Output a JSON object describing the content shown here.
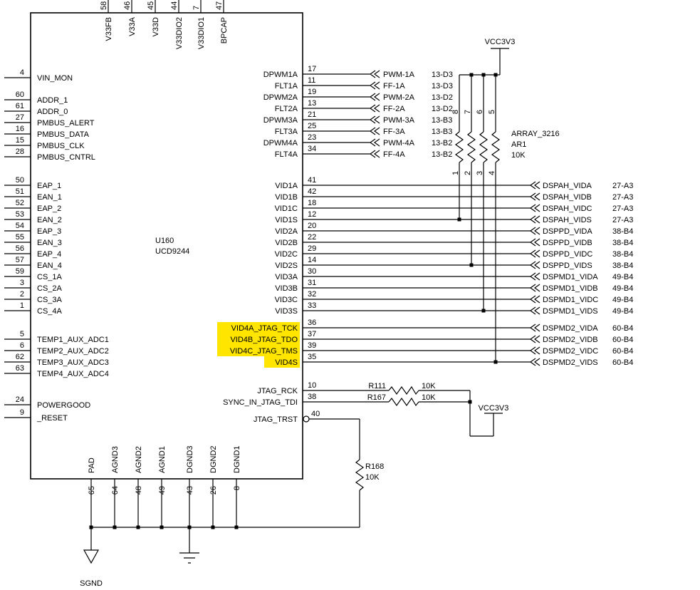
{
  "colors": {
    "highlight": "#ffe500"
  },
  "ic": {
    "refdes": "U160",
    "part": "UCD9244",
    "top_pins": [
      {
        "num": "58",
        "label": "V33FB"
      },
      {
        "num": "46",
        "label": "V33A"
      },
      {
        "num": "45",
        "label": "V33D"
      },
      {
        "num": "44",
        "label": "V33DIO2"
      },
      {
        "num": "7",
        "label": "V33DIO1"
      },
      {
        "num": "47",
        "label": "BPCAP"
      }
    ],
    "bottom_pins": [
      {
        "num": "65",
        "label": "PAD"
      },
      {
        "num": "64",
        "label": "AGND3"
      },
      {
        "num": "48",
        "label": "AGND2"
      },
      {
        "num": "49",
        "label": "AGND1"
      },
      {
        "num": "43",
        "label": "DGND3"
      },
      {
        "num": "26",
        "label": "DGND2"
      },
      {
        "num": "8",
        "label": "DGND1"
      }
    ],
    "left_pins": [
      {
        "num": "4",
        "label": "VIN_MON"
      },
      {
        "num": "60",
        "label": "ADDR_1"
      },
      {
        "num": "61",
        "label": "ADDR_0"
      },
      {
        "num": "27",
        "label": "PMBUS_ALERT"
      },
      {
        "num": "16",
        "label": "PMBUS_DATA"
      },
      {
        "num": "15",
        "label": "PMBUS_CLK"
      },
      {
        "num": "28",
        "label": "PMBUS_CNTRL"
      },
      {
        "num": "50",
        "label": "EAP_1"
      },
      {
        "num": "51",
        "label": "EAN_1"
      },
      {
        "num": "52",
        "label": "EAP_2"
      },
      {
        "num": "53",
        "label": "EAN_2"
      },
      {
        "num": "54",
        "label": "EAP_3"
      },
      {
        "num": "55",
        "label": "EAN_3"
      },
      {
        "num": "56",
        "label": "EAP_4"
      },
      {
        "num": "57",
        "label": "EAN_4"
      },
      {
        "num": "59",
        "label": "CS_1A"
      },
      {
        "num": "3",
        "label": "CS_2A"
      },
      {
        "num": "2",
        "label": "CS_3A"
      },
      {
        "num": "1",
        "label": "CS_4A"
      },
      {
        "num": "5",
        "label": "TEMP1_AUX_ADC1"
      },
      {
        "num": "6",
        "label": "TEMP2_AUX_ADC2"
      },
      {
        "num": "62",
        "label": "TEMP3_AUX_ADC3"
      },
      {
        "num": "63",
        "label": "TEMP4_AUX_ADC4"
      },
      {
        "num": "24",
        "label": "POWERGOOD"
      },
      {
        "num": "9",
        "label": "_RESET"
      }
    ],
    "pwm_pins": [
      {
        "num": "17",
        "label": "DPWM1A",
        "net": "PWM-1A",
        "ref": "13-D3"
      },
      {
        "num": "11",
        "label": "FLT1A",
        "net": "FF-1A",
        "ref": "13-D3"
      },
      {
        "num": "19",
        "label": "DPWM2A",
        "net": "PWM-2A",
        "ref": "13-D2"
      },
      {
        "num": "13",
        "label": "FLT2A",
        "net": "FF-2A",
        "ref": "13-D2"
      },
      {
        "num": "21",
        "label": "DPWM3A",
        "net": "PWM-3A",
        "ref": "13-B3"
      },
      {
        "num": "25",
        "label": "FLT3A",
        "net": "FF-3A",
        "ref": "13-B3"
      },
      {
        "num": "23",
        "label": "DPWM4A",
        "net": "PWM-4A",
        "ref": "13-B2"
      },
      {
        "num": "34",
        "label": "FLT4A",
        "net": "FF-4A",
        "ref": "13-B2"
      }
    ],
    "vid_pins": [
      {
        "num": "41",
        "label": "VID1A",
        "net": "DSPAH_VIDA",
        "ref": "27-A3"
      },
      {
        "num": "42",
        "label": "VID1B",
        "net": "DSPAH_VIDB",
        "ref": "27-A3"
      },
      {
        "num": "18",
        "label": "VID1C",
        "net": "DSPAH_VIDC",
        "ref": "27-A3"
      },
      {
        "num": "12",
        "label": "VID1S",
        "net": "DSPAH_VIDS",
        "ref": "27-A3"
      },
      {
        "num": "20",
        "label": "VID2A",
        "net": "DSPPD_VIDA",
        "ref": "38-B4"
      },
      {
        "num": "22",
        "label": "VID2B",
        "net": "DSPPD_VIDB",
        "ref": "38-B4"
      },
      {
        "num": "29",
        "label": "VID2C",
        "net": "DSPPD_VIDC",
        "ref": "38-B4"
      },
      {
        "num": "14",
        "label": "VID2S",
        "net": "DSPPD_VIDS",
        "ref": "38-B4"
      },
      {
        "num": "30",
        "label": "VID3A",
        "net": "DSPMD1_VIDA",
        "ref": "49-B4"
      },
      {
        "num": "31",
        "label": "VID3B",
        "net": "DSPMD1_VIDB",
        "ref": "49-B4"
      },
      {
        "num": "32",
        "label": "VID3C",
        "net": "DSPMD1_VIDC",
        "ref": "49-B4"
      },
      {
        "num": "33",
        "label": "VID3S",
        "net": "DSPMD1_VIDS",
        "ref": "49-B4"
      }
    ],
    "vid4_pins": [
      {
        "num": "36",
        "label": "VID4A_JTAG_TCK",
        "net": "DSPMD2_VIDA",
        "ref": "60-B4"
      },
      {
        "num": "37",
        "label": "VID4B_JTAG_TDO",
        "net": "DSPMD2_VIDB",
        "ref": "60-B4"
      },
      {
        "num": "39",
        "label": "VID4C_JTAG_TMS",
        "net": "DSPMD2_VIDC",
        "ref": "60-B4"
      },
      {
        "num": "35",
        "label": "VID4S",
        "net": "DSPMD2_VIDS",
        "ref": "60-B4"
      }
    ],
    "jtag_pins": [
      {
        "num": "10",
        "label": "JTAG_RCK"
      },
      {
        "num": "38",
        "label": "SYNC_IN_JTAG_TDI"
      },
      {
        "num": "40",
        "label": "JTAG_TRST"
      }
    ]
  },
  "array": {
    "part": "ARRAY_3216",
    "refdes": "AR1",
    "value": "10K",
    "pins_top": [
      "8",
      "7",
      "6",
      "5"
    ],
    "pins_bottom": [
      "1",
      "2",
      "3",
      "4"
    ]
  },
  "resistors": {
    "r111": {
      "refdes": "R111",
      "value": "10K"
    },
    "r167": {
      "refdes": "R167",
      "value": "10K"
    },
    "r168": {
      "refdes": "R168",
      "value": "10K"
    }
  },
  "power": {
    "vcc_array": "VCC3V3",
    "vcc_jtag": "VCC3V3"
  },
  "ground": {
    "sgnd": "SGND"
  }
}
